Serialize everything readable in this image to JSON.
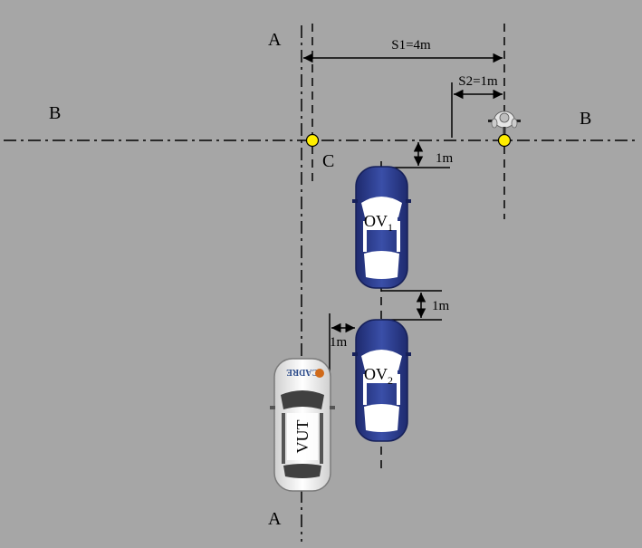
{
  "labels": {
    "axis_a_top": "A",
    "axis_a_bottom": "A",
    "axis_b_left": "B",
    "axis_b_right": "B",
    "point_c": "C",
    "s1": "S1=4m",
    "s2": "S2=1m",
    "gap_ov1_to_line": "1m",
    "gap_between_ov": "1m",
    "gap_vut_to_ov2": "1m"
  },
  "vehicles": {
    "ov1": {
      "name": "OV",
      "sub": "1"
    },
    "ov2": {
      "name": "OV",
      "sub": "2"
    },
    "vut": {
      "name": "VUT",
      "badge": "CADRE"
    }
  },
  "colors": {
    "background": "#a6a6a6",
    "line": "#000000",
    "ov_body": "#2f3f8f",
    "ov_dark": "#1c2762",
    "vut_body": "#f2f2f2",
    "marker": "#ffee00"
  }
}
